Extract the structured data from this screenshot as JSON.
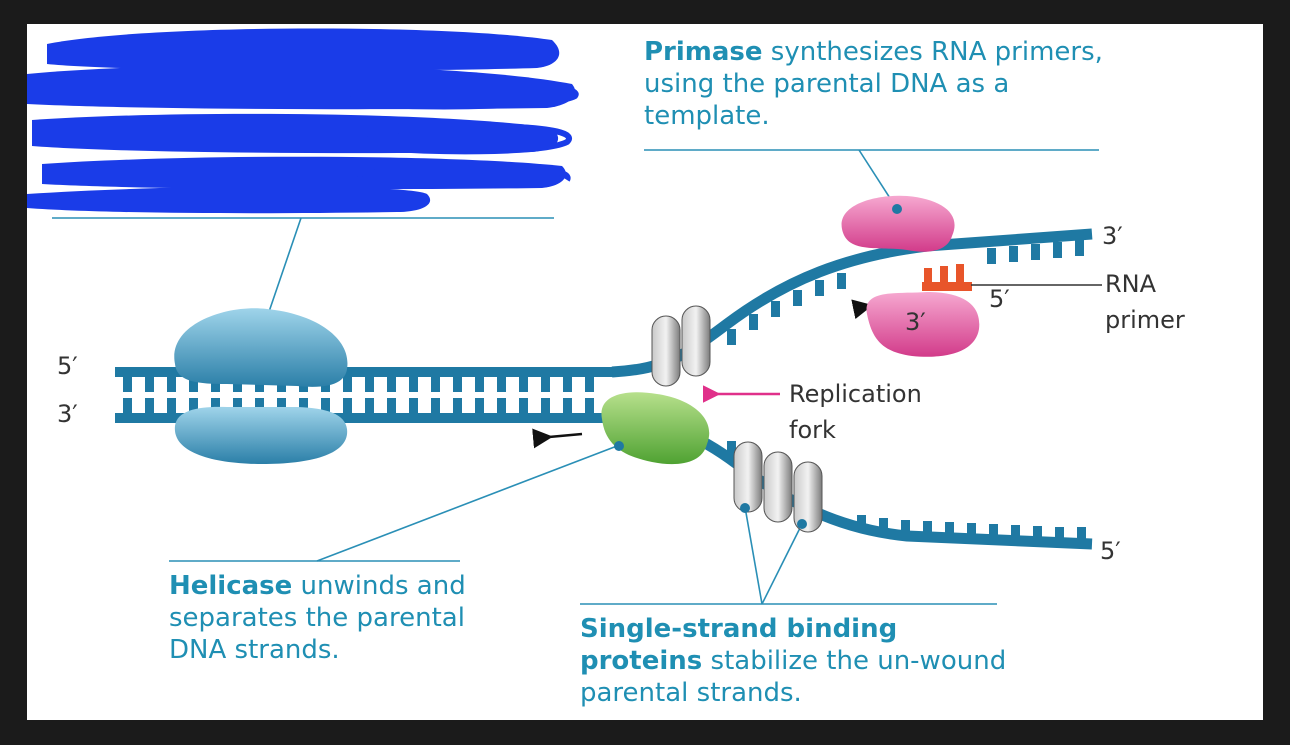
{
  "captions": {
    "primase": {
      "bold": "Primase",
      "rest": " synthesizes RNA primers, using the parental DNA as a template."
    },
    "helicase": {
      "bold": "Helicase",
      "rest": " unwinds and separates the parental DNA strands."
    },
    "ssb": {
      "bold": "Single-strand binding proteins",
      "rest": " stabilize the un-wound parental strands."
    }
  },
  "labels": {
    "left_top_end": "5′",
    "left_bottom_end": "3′",
    "upper_right_end": "3′",
    "lower_right_end": "5′",
    "primer_5": "5′",
    "primer_3": "3′",
    "rna_primer_line1": "RNA",
    "rna_primer_line2": "primer",
    "fork_line1": "Replication",
    "fork_line2": "fork"
  },
  "colors": {
    "caption": "#1f8fb3",
    "dna_strand": "#1f79a3",
    "helicase": "#4aa6cc",
    "primase": "#e0509c",
    "primer": "#e8552a",
    "ssb": "#8a8a8a",
    "topoisomerase": "#6cbc4a",
    "fork_arrow": "#e0308a",
    "scribble": "#1a3ce8"
  }
}
